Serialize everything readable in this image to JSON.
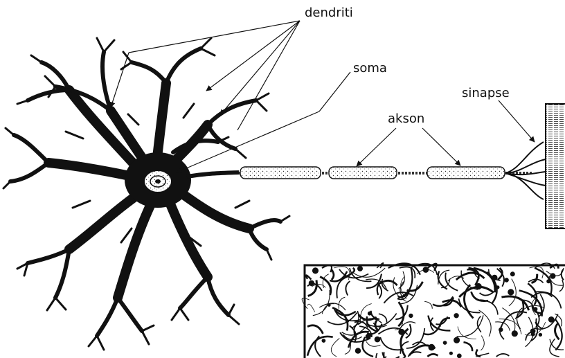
{
  "labels": {
    "dendrites": "dendriti",
    "soma": "soma",
    "axon": "akson",
    "synapse": "sinapse"
  },
  "colors": {
    "ink": "#111111",
    "paper": "#ffffff"
  }
}
